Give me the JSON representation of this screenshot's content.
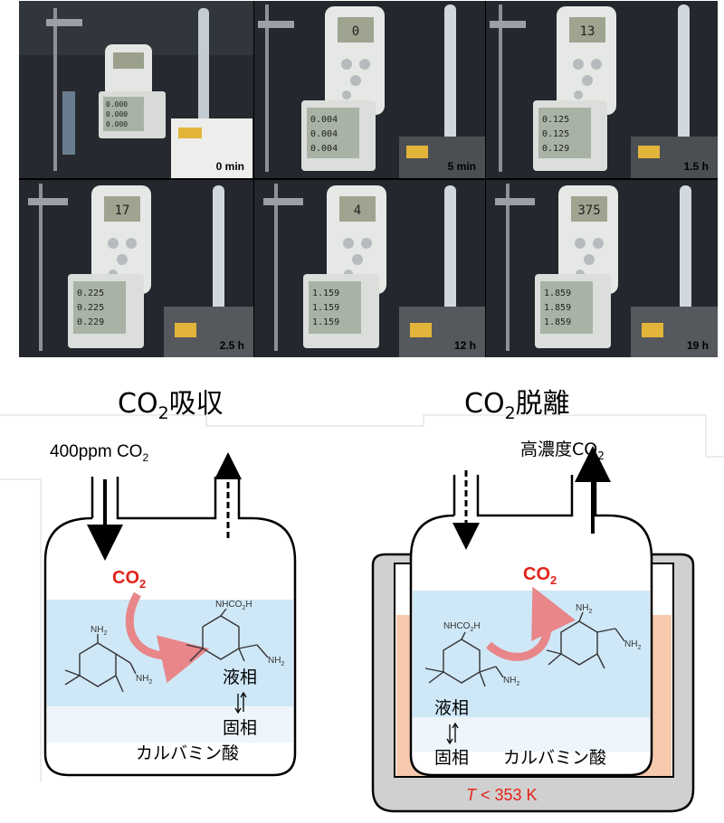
{
  "photos": [
    {
      "time": "0 min",
      "ph": "",
      "meter": [
        "0.000",
        "0.000",
        "0.000"
      ]
    },
    {
      "time": "5 min",
      "ph": "0",
      "meter": [
        "0.004",
        "0.004",
        "0.004"
      ]
    },
    {
      "time": "1.5 h",
      "ph": "13",
      "meter": [
        "0.125",
        "0.125",
        "0.129"
      ]
    },
    {
      "time": "2.5 h",
      "ph": "17",
      "meter": [
        "0.225",
        "0.225",
        "0.229"
      ]
    },
    {
      "time": "12 h",
      "ph": "4",
      "meter": [
        "1.159",
        "1.159",
        "1.159"
      ]
    },
    {
      "time": "19 h",
      "ph": "375",
      "meter": [
        "1.859",
        "1.859",
        "1.859"
      ]
    }
  ],
  "absorption": {
    "title": "CO",
    "title_sub": "2",
    "title_rest": "吸収",
    "inlet": "400ppm CO",
    "inlet_sub": "2",
    "co2": "CO",
    "co2_sub": "2",
    "liquid": "液相",
    "solid": "固相",
    "carbamic": "カルバミン酸"
  },
  "desorption": {
    "title": "CO",
    "title_sub": "2",
    "title_rest": "脱離",
    "outlet": "高濃度CO",
    "outlet_sub": "2",
    "co2": "CO",
    "co2_sub": "2",
    "liquid": "液相",
    "solid": "固相",
    "carbamic": "カルバミン酸",
    "temp_var": "T",
    "temp_rest": " < 353 K"
  },
  "chem": {
    "nh2": "NH",
    "nh2_sub": "2",
    "nhco2h": "NHCO",
    "nhco2h_sub": "2",
    "nhco2h_end": "H"
  },
  "colors": {
    "co2_red": "#e2231a",
    "liquid_blue": "#cfe8f7",
    "arrow_pink": "#e8868a",
    "heater_gray": "#d0d0d0",
    "heater_orange": "#f6c9ad"
  }
}
